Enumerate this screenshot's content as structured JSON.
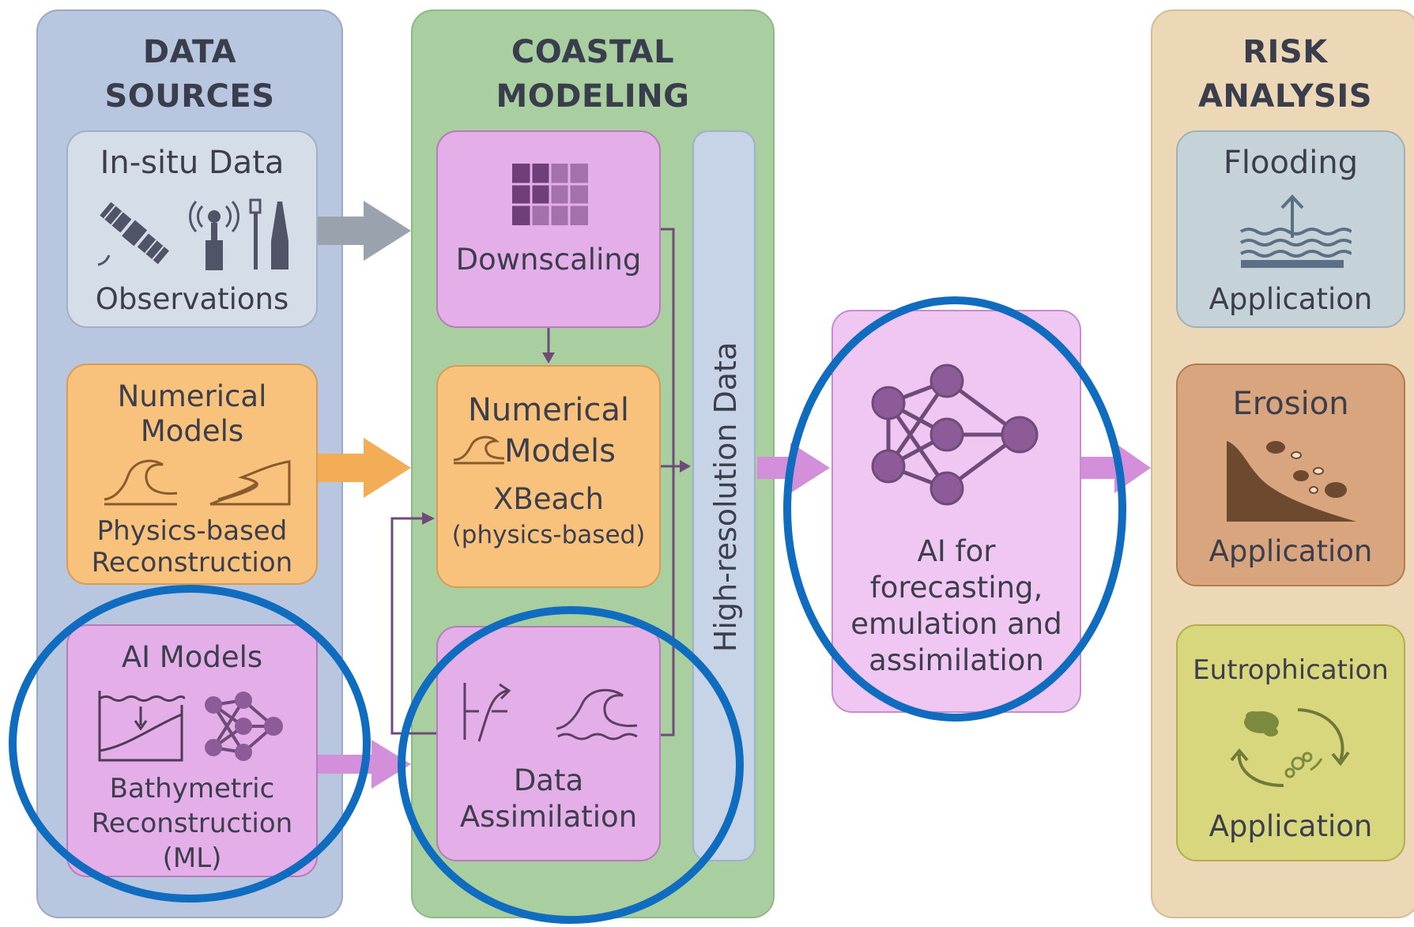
{
  "columns": {
    "data_sources": {
      "title_line1": "DATA",
      "title_line2": "SOURCES",
      "color": "#b9c6e0"
    },
    "coastal_modeling": {
      "title_line1": "COASTAL",
      "title_line2": "MODELING",
      "color": "#a9cfa1"
    },
    "risk_analysis": {
      "title_line1": "RISK",
      "title_line2": "ANALYSIS",
      "color": "#ecd7b6"
    }
  },
  "data_sources": {
    "insitu": {
      "title": "In-situ Data",
      "caption": "Observations",
      "color": "#d4dde8"
    },
    "numerical": {
      "title_line1": "Numerical",
      "title_line2": "Models",
      "caption_line1": "Physics-based",
      "caption_line2": "Reconstruction",
      "color": "#f8c27d"
    },
    "ai_models": {
      "title": "AI Models",
      "caption_line1": "Bathymetric",
      "caption_line2": "Reconstruction",
      "caption_line3": "(ML)",
      "color": "#e4aee8"
    }
  },
  "coastal_modeling": {
    "downscaling": {
      "label": "Downscaling",
      "color": "#e4aee8"
    },
    "numerical": {
      "title_line1": "Numerical",
      "title_line2": "Models",
      "name": "XBeach",
      "note": "(physics-based)",
      "color": "#f8c27d"
    },
    "assimilation": {
      "label_line1": "Data",
      "label_line2": "Assimilation",
      "color": "#e4aee8"
    },
    "hires_bar": {
      "label": "High-resolution Data",
      "color": "#c7d3e6"
    }
  },
  "ai_box": {
    "line1": "AI for",
    "line2": "forecasting,",
    "line3": "emulation and",
    "line4": "assimilation",
    "color": "#f0c6f2"
  },
  "risk_analysis": {
    "flooding": {
      "title": "Flooding",
      "caption": "Application",
      "color": "#c5d3d8"
    },
    "erosion": {
      "title": "Erosion",
      "caption": "Application",
      "color": "#d9a57e"
    },
    "eutrophication": {
      "title": "Eutrophication",
      "caption": "Application",
      "color": "#d9d77e"
    }
  },
  "highlight_color": "#0f6cbf"
}
